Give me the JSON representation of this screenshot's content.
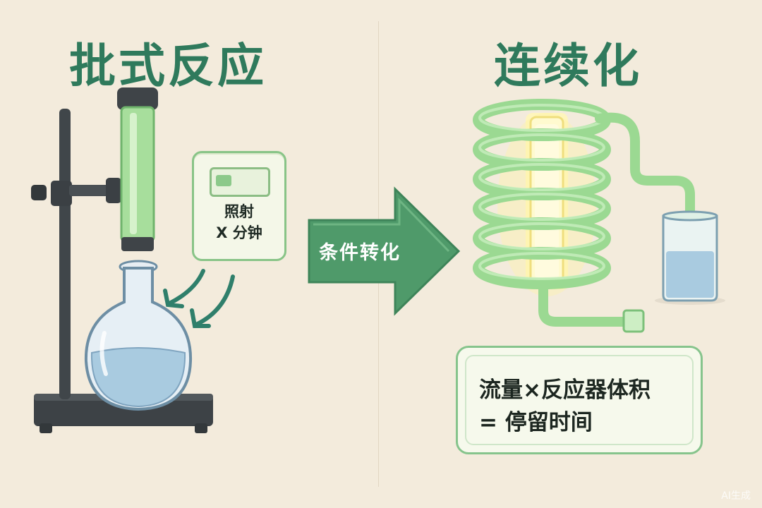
{
  "left_title": "批式反应",
  "right_title": "连续化",
  "timer": {
    "line1": "照射",
    "line2": "X 分钟"
  },
  "arrow_label": "条件转化",
  "formula": {
    "line1": "流量×反应器体积",
    "line2": "= 停留时间"
  },
  "watermark": "AI生成",
  "colors": {
    "title_green": "#2f7a5c",
    "arrow_green": "#4f9a6a",
    "tube_green": "#9bd992",
    "liquid_blue": "#a9cbe0",
    "background": "#f3ebdc"
  },
  "icons": [
    "retort-stand-icon",
    "photoreactor-lamp-icon",
    "round-bottom-flask-icon",
    "coil-reactor-icon",
    "collection-beaker-icon"
  ]
}
